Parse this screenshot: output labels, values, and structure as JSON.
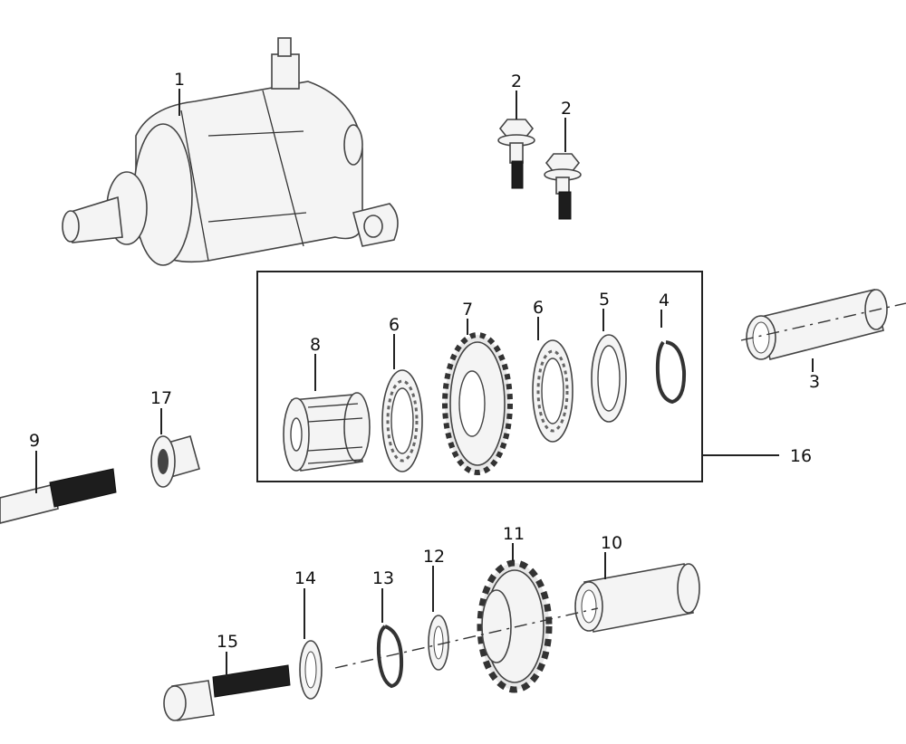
{
  "callouts": {
    "c1": "1",
    "c2a": "2",
    "c2b": "2",
    "c3": "3",
    "c4": "4",
    "c5": "5",
    "c6a": "6",
    "c6b": "6",
    "c7": "7",
    "c8": "8",
    "c9": "9",
    "c10": "10",
    "c11": "11",
    "c12": "12",
    "c13": "13",
    "c14": "14",
    "c15": "15",
    "c16": "16",
    "c17": "17"
  }
}
